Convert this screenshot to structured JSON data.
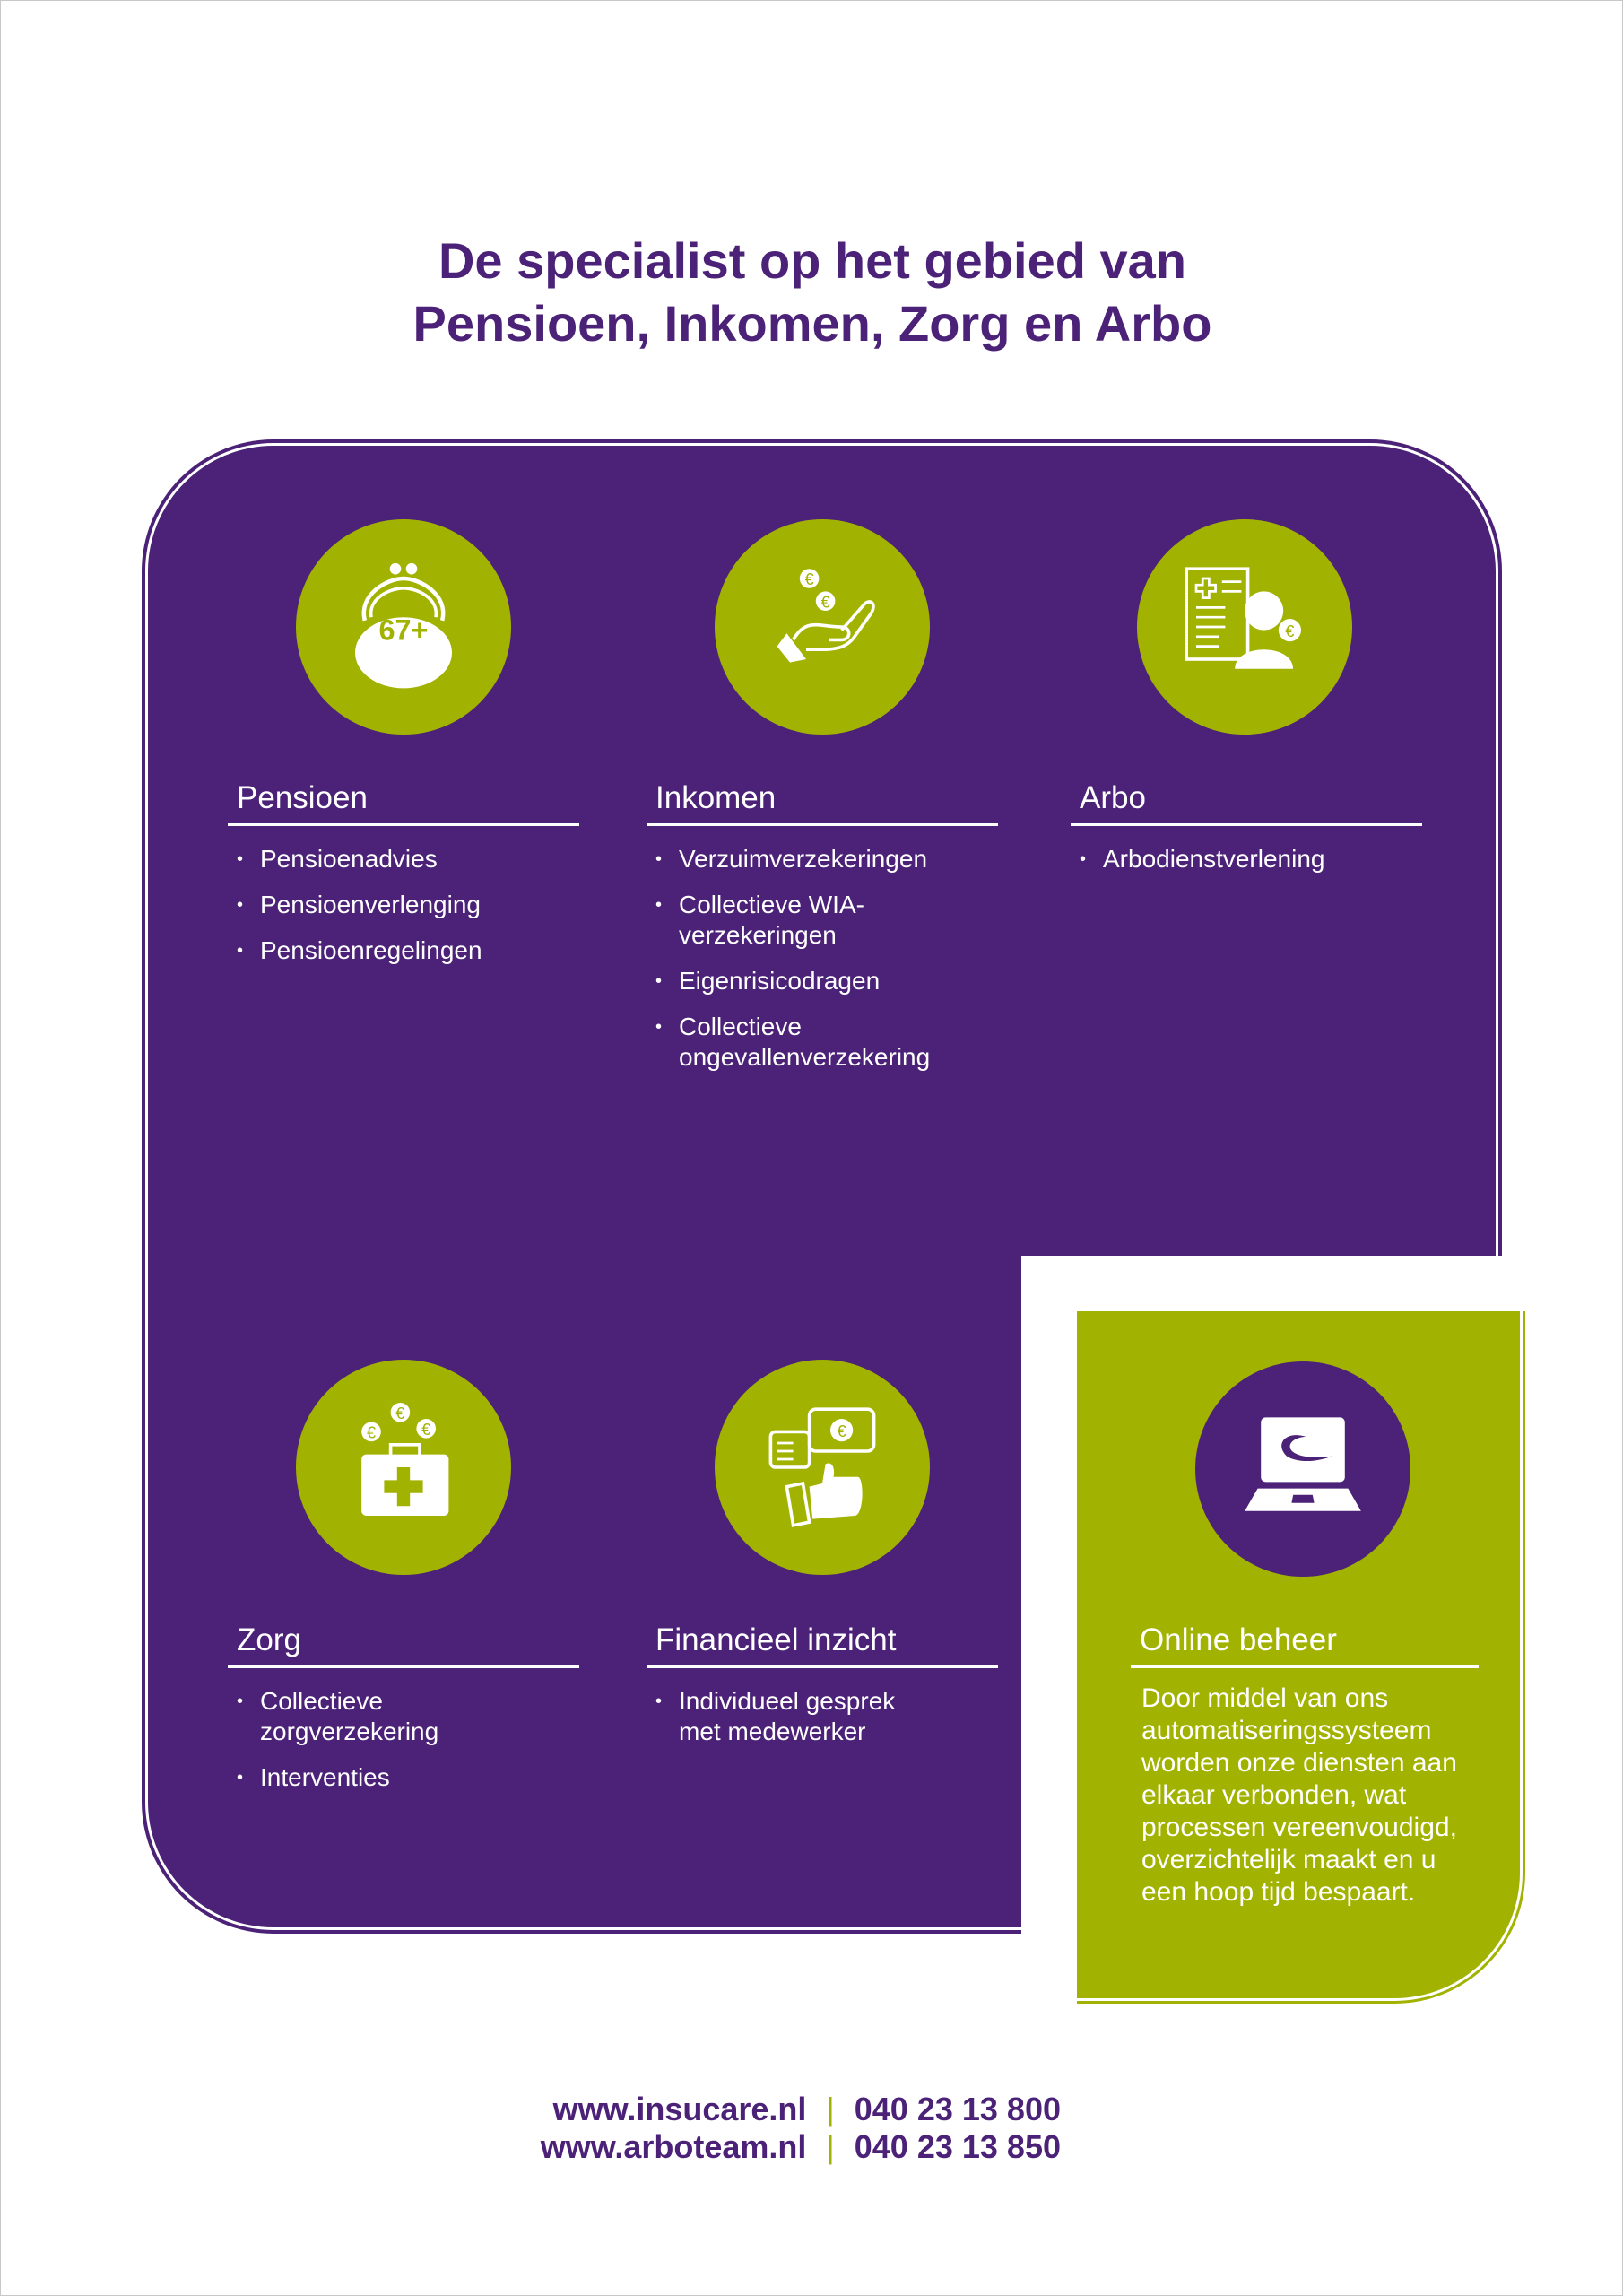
{
  "title": {
    "line1": "De specialist op het gebied van",
    "line2": "Pensioen, Inkomen, Zorg en Arbo"
  },
  "colors": {
    "purple": "#4b2277",
    "green": "#a2b200"
  },
  "sections": [
    {
      "icon": "coin-purse-icon",
      "icon_text": "67+",
      "title": "Pensioen",
      "items": [
        "Pensioenadvies",
        "Pensioenverlenging",
        "Pensioenregelingen"
      ]
    },
    {
      "icon": "hand-euro-icon",
      "title": "Inkomen",
      "items": [
        "Verzuimverzekeringen",
        "Collectieve WIA-verzekeringen",
        "Eigenrisicodragen",
        "Collectieve ongevallenverzekering"
      ]
    },
    {
      "icon": "doctor-document-icon",
      "title": "Arbo",
      "items": [
        "Arbodienstverlening"
      ]
    },
    {
      "icon": "medical-kit-euro-icon",
      "title": "Zorg",
      "items": [
        "Collectieve zorgverzekering",
        "Interventies"
      ]
    },
    {
      "icon": "chat-thumbs-up-icon",
      "title": "Financieel inzicht",
      "items": [
        "Individueel gesprek met medewerker"
      ]
    },
    {
      "icon": "laptop-icon",
      "title": "Online beheer",
      "text": "Door middel van ons automatiseringssysteem worden onze diensten aan elkaar verbonden, wat processen vereenvoudigd, overzichtelijk maakt en u een hoop tijd bespaart."
    }
  ],
  "footer": {
    "rows": [
      {
        "url": "www.insucare.nl",
        "sep": "|",
        "phone": "040 23 13 800"
      },
      {
        "url": "www.arboteam.nl",
        "sep": "|",
        "phone": "040 23 13 850"
      }
    ]
  }
}
